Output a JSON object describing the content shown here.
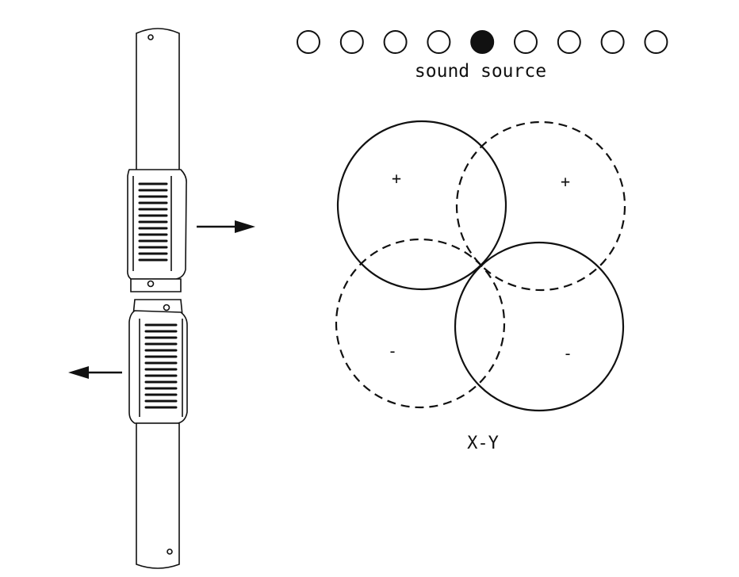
{
  "diagram": {
    "source_label": "sound source",
    "pattern_label": "X-Y",
    "lobe_signs": {
      "upper_left": "+",
      "upper_right": "+",
      "lower_left": "-",
      "lower_right": "-"
    }
  },
  "sound_sources": {
    "count": 9,
    "active_index": 4
  },
  "colors": {
    "ink": "#111111",
    "background": "#ffffff",
    "body_fill": "#ffffff"
  }
}
